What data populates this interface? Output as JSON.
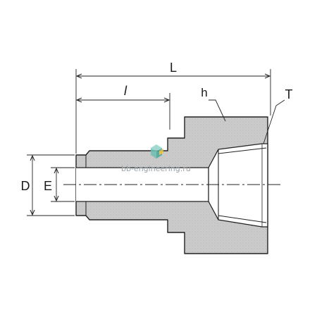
{
  "labels": {
    "L": "L",
    "l": "l",
    "h": "h",
    "T": "T",
    "D": "D",
    "E": "E"
  },
  "watermark": {
    "text": "bb-engineering.ru"
  },
  "colors": {
    "body_fill": "#c9c9c9",
    "outline": "#222222",
    "bore_fill": "#ffffff"
  }
}
